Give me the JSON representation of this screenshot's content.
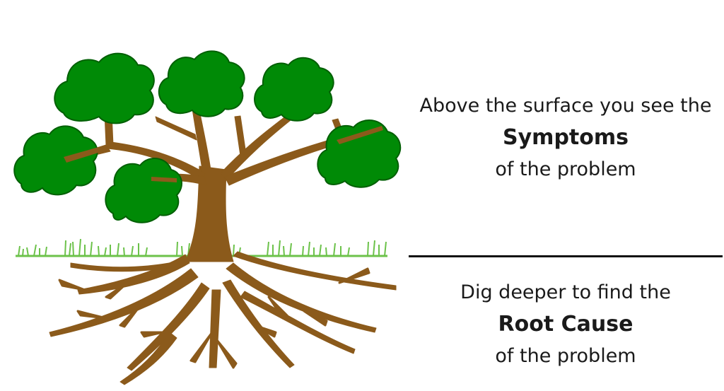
{
  "diagram": {
    "top_caption": {
      "line1": "Above the surface you see the",
      "emphasis": "Symptoms",
      "line3": "of the problem"
    },
    "bottom_caption": {
      "line1": "Dig deeper to find the",
      "emphasis": "Root Cause",
      "line3": "of the problem"
    },
    "colors": {
      "foliage": "#008a06",
      "foliage_outline": "#005f04",
      "trunk": "#8b5a1b",
      "grass": "#6cc24a",
      "divider": "#111111",
      "text": "#1a1a1a"
    },
    "icons": [
      "tree-illustration",
      "grass-line",
      "roots"
    ]
  }
}
